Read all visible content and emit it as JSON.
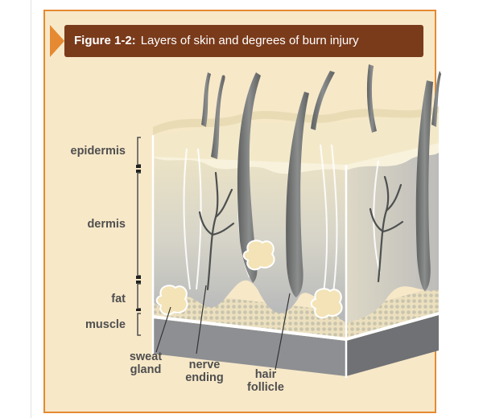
{
  "figure": {
    "number": "Figure 1-2:",
    "caption": "Layers of skin and degrees of burn injury"
  },
  "layer_labels": {
    "epidermis": "epidermis",
    "dermis": "dermis",
    "fat": "fat",
    "muscle": "muscle"
  },
  "callouts": {
    "sweat_gland": [
      "sweat",
      "gland"
    ],
    "nerve_ending": [
      "nerve",
      "ending"
    ],
    "hair_follicle": [
      "hair",
      "follicle"
    ]
  },
  "colors": {
    "frame_border": "#e58a32",
    "banner_bg": "#7a3b1b",
    "background": "#f7e8c8",
    "label_text": "#4f4f4f"
  }
}
